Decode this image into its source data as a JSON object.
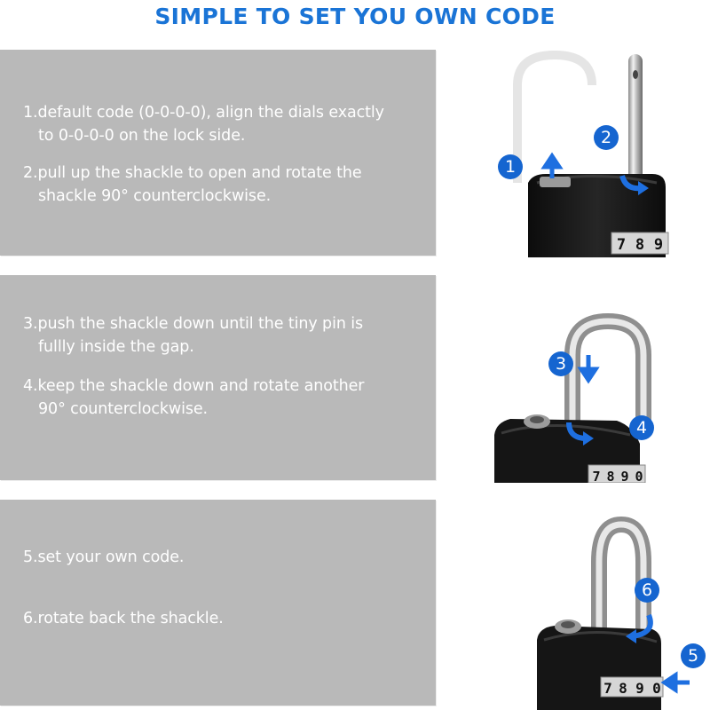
{
  "header": {
    "title": "SIMPLE TO SET YOU OWN CODE",
    "title_color": "#1a74d6"
  },
  "colors": {
    "panel_bg": "#b9b9b9",
    "panel_text": "#ffffff",
    "badge_blue": "#1565d0",
    "arrow_blue": "#1e6fe0",
    "lock_body": "#151515"
  },
  "panels": [
    {
      "steps": [
        {
          "line1": "1.default code (0-0-0-0), align the dials exactly",
          "line2": "to 0-0-0-0 on the lock side."
        },
        {
          "line1": "2.pull up the shackle to open and rotate the",
          "line2": "shackle 90° counterclockwise."
        }
      ],
      "illustration": {
        "badges": [
          "1",
          "2"
        ],
        "dial_digits": [
          "7",
          "8",
          "9"
        ]
      }
    },
    {
      "steps": [
        {
          "line1": "3.push the shackle down until the tiny pin is",
          "line2": "fullly inside the gap."
        },
        {
          "line1": "4.keep the shackle down and rotate another",
          "line2": "90° counterclockwise."
        }
      ],
      "illustration": {
        "badges": [
          "3",
          "4"
        ],
        "dial_digits": [
          "7",
          "8",
          "9",
          "0"
        ]
      }
    },
    {
      "steps": [
        {
          "line1": "5.set your own code."
        },
        {
          "line1": "6.rotate back the shackle."
        }
      ],
      "illustration": {
        "badges": [
          "6",
          "5"
        ],
        "dial_digits": [
          "7",
          "8",
          "9",
          "0"
        ]
      }
    }
  ]
}
